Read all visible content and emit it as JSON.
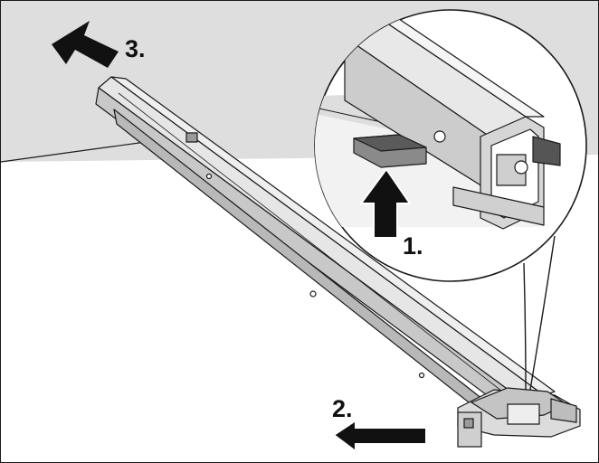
{
  "steps": [
    {
      "label": "3.",
      "direction": "up-left"
    },
    {
      "label": "1.",
      "direction": "up"
    },
    {
      "label": "2.",
      "direction": "left"
    }
  ],
  "colors": {
    "wall": "#dedede",
    "rail": "#cfcfcf",
    "rail_dark": "#9a9a9a",
    "outline": "#1a1a1a",
    "lever": "#555555"
  }
}
